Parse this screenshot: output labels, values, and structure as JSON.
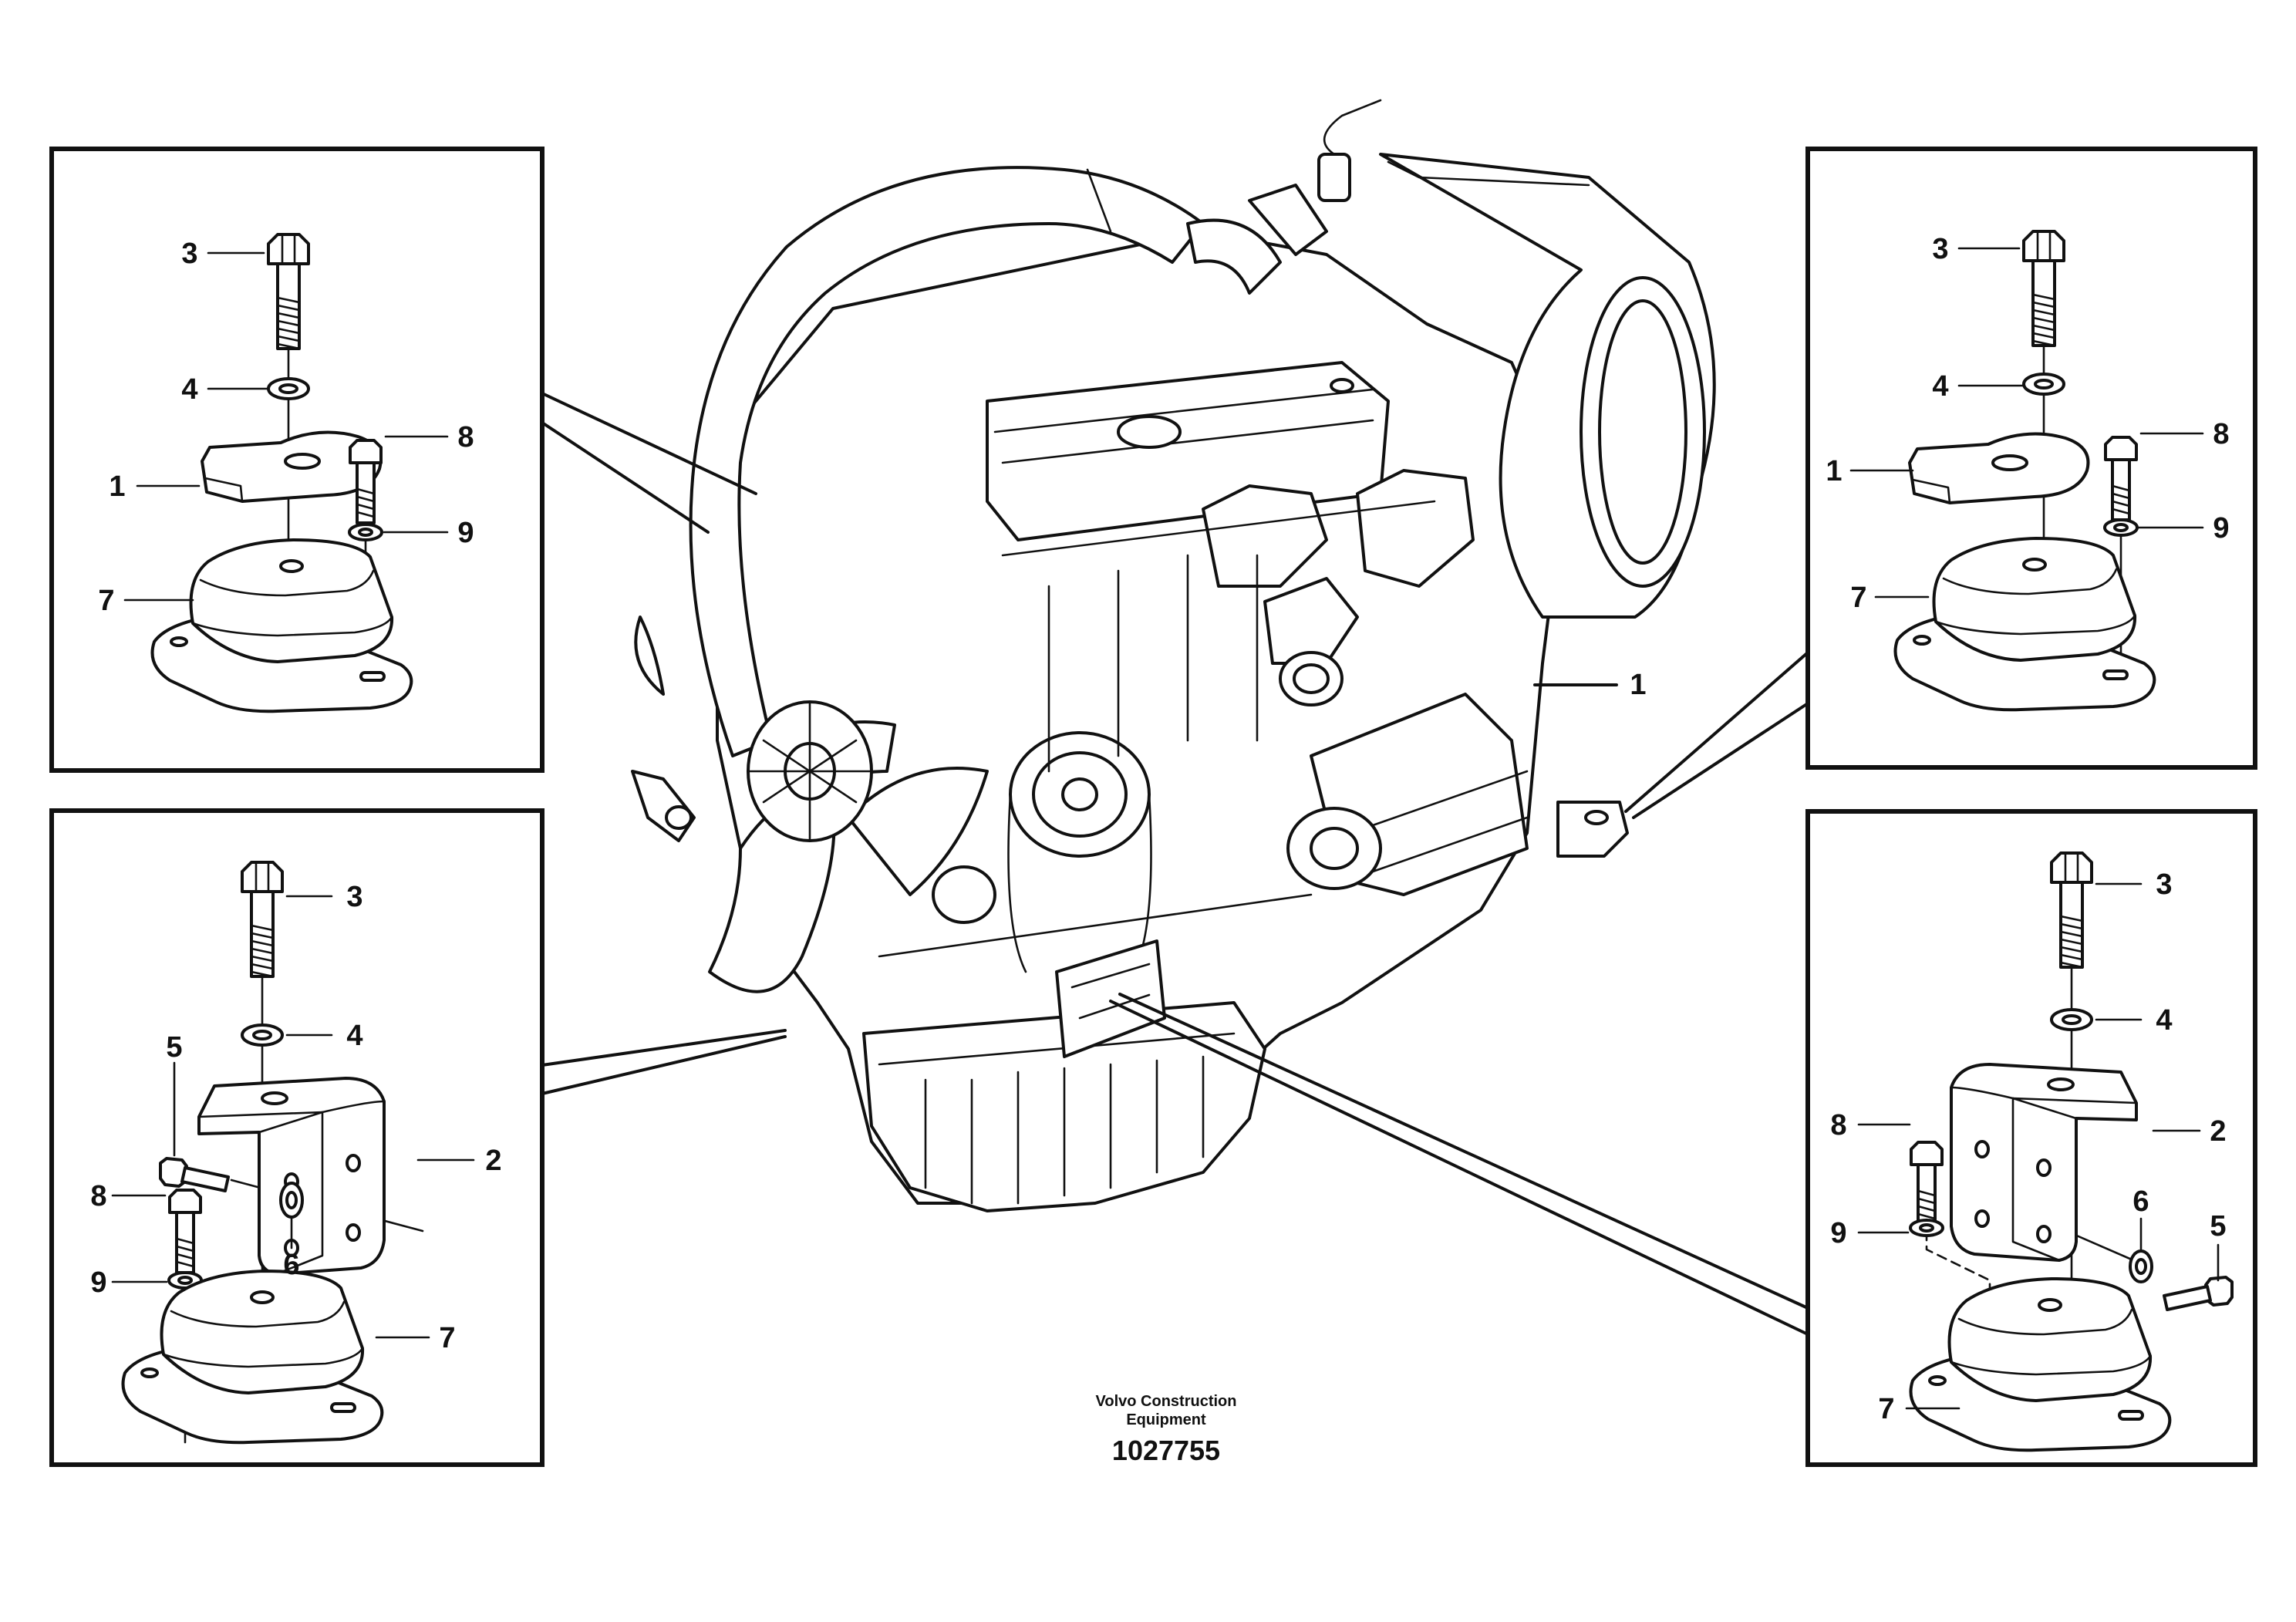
{
  "caption": {
    "maker_line1": "Volvo Construction",
    "maker_line2": "Equipment",
    "drawing_number": "1027755"
  },
  "engine": {
    "callout": "1"
  },
  "panels": {
    "top_left": {
      "c3": "3",
      "c4": "4",
      "c1": "1",
      "c8": "8",
      "c9": "9",
      "c7": "7"
    },
    "top_right": {
      "c3": "3",
      "c4": "4",
      "c1": "1",
      "c8": "8",
      "c9": "9",
      "c7": "7"
    },
    "bottom_left": {
      "c3": "3",
      "c4": "4",
      "c5": "5",
      "c2": "2",
      "c8": "8",
      "c6": "6",
      "c9": "9",
      "c7": "7"
    },
    "bottom_right": {
      "c3": "3",
      "c4": "4",
      "c8": "8",
      "c2": "2",
      "c6": "6",
      "c9": "9",
      "c5": "5",
      "c7": "7"
    }
  }
}
